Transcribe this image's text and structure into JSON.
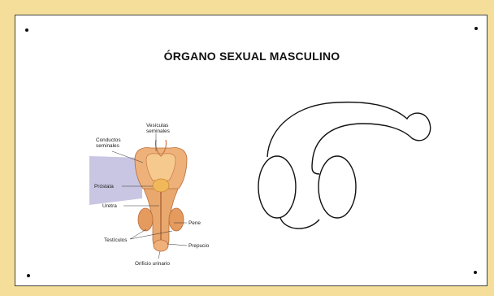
{
  "title": "ÓRGANO SEXUAL MASCULINO",
  "illustration": {
    "labels": {
      "conductos_seminales": [
        "Conductos",
        "seminales"
      ],
      "vesiculas_seminales": [
        "Vesículas",
        "seminales"
      ],
      "prostata": "Próstata",
      "uretra": "Uretra",
      "pene": "Pene",
      "testiculos": "Testículos",
      "prepucio": "Prepucio",
      "orificio_urinario": "Orificio urinario"
    }
  },
  "colors": {
    "background": "#f4de9a",
    "card": "#ffffff",
    "organ_skin": "#e9a86e",
    "organ_shade": "#c97a45",
    "organ_highlight": "#f6c98e",
    "band": "#b9b6d6"
  }
}
